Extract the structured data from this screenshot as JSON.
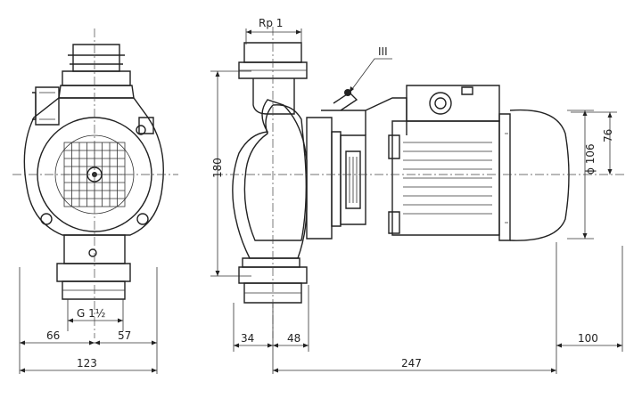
{
  "drawing": {
    "thread_top_label": "Rp 1",
    "thread_bottom_label": "G 1½",
    "callout_label": "III",
    "height_label": "180",
    "motor_diameter_label": "ϕ 106",
    "motor_offset_label": "76"
  },
  "dimensions": {
    "left_66": "66",
    "left_57": "57",
    "left_total": "123",
    "side_34": "34",
    "side_48": "48",
    "side_total": "247",
    "motor_clearance": "100"
  }
}
